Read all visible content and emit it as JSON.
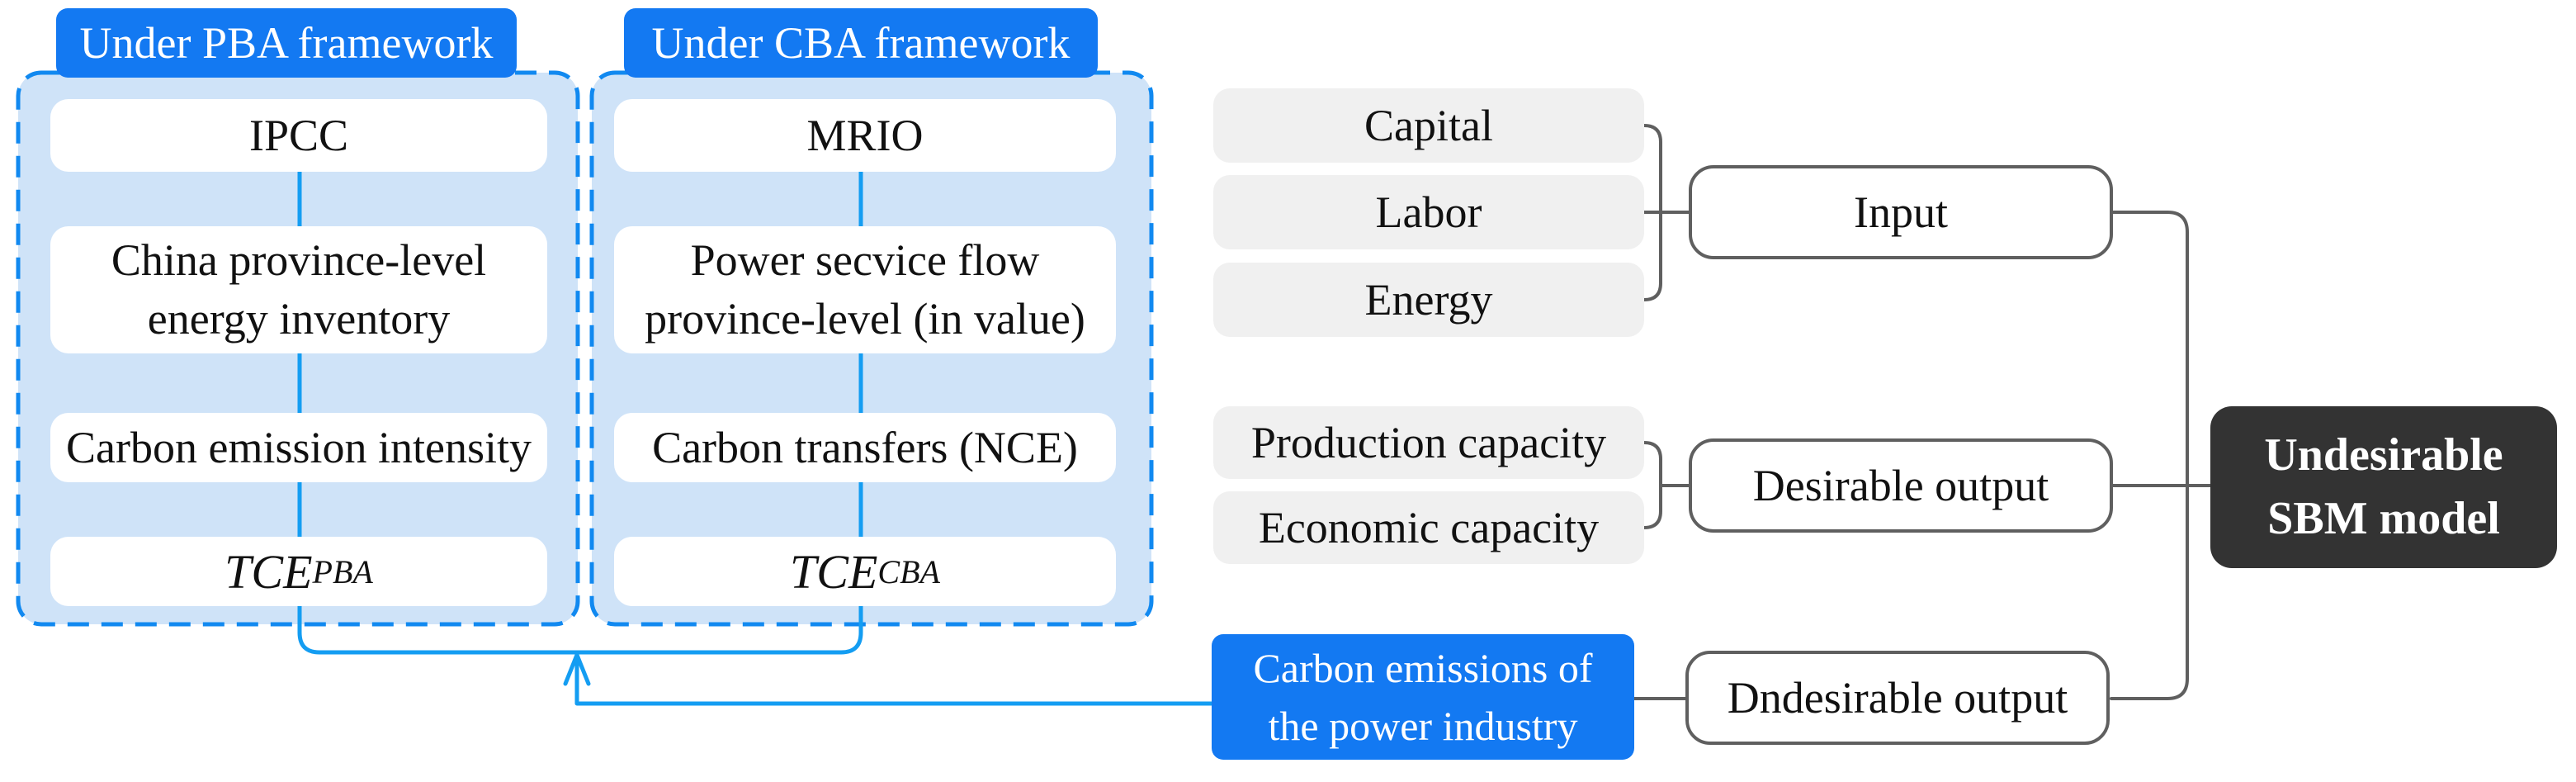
{
  "frameworks": {
    "pba": {
      "header": "Under PBA framework",
      "row1": "IPCC",
      "row2": "China province-level\nenergy inventory",
      "row3": "Carbon emission intensity",
      "tce_base": "TCE",
      "tce_sub": "PBA"
    },
    "cba": {
      "header": "Under CBA framework",
      "row1": "MRIO",
      "row2": "Power secvice flow\nprovince-level (in value)",
      "row3": "Carbon transfers (NCE)",
      "tce_base": "TCE",
      "tce_sub": "CBA"
    }
  },
  "sbm": {
    "inputs": {
      "item1": "Capital",
      "item2": "Labor",
      "item3": "Energy",
      "label": "Input"
    },
    "desirable": {
      "item1": "Production capacity",
      "item2": "Economic capacity",
      "label": "Desirable output"
    },
    "undesirable": {
      "source": "Carbon emissions of\nthe power industry",
      "label": "Dndesirable output"
    },
    "model": "Undesirable\nSBM model"
  },
  "colors": {
    "primary_blue": "#1379f2",
    "light_blue_fill": "#cfe3f8",
    "dashed_border_blue": "#1189f0",
    "connector_blue": "#149df2",
    "connector_gray": "#5f5f5f",
    "box_gray_fill": "#f0f0f0",
    "model_dark": "#333333"
  }
}
